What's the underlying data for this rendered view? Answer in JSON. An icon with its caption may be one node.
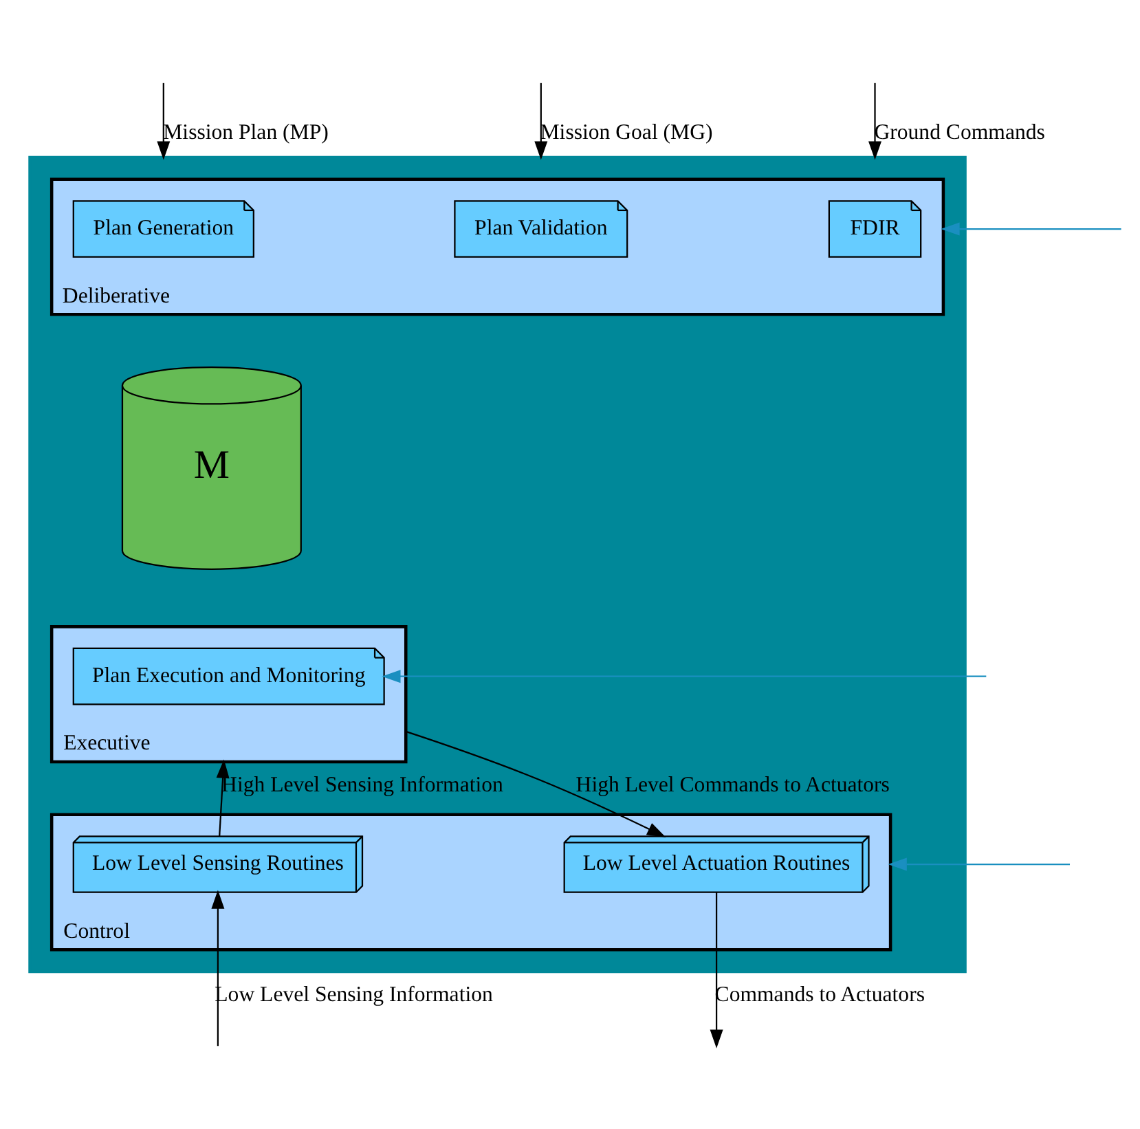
{
  "diagram": {
    "nodes": [
      {
        "text": [],
        "shape": "box"
      },
      {
        "text": [
          "Deliberative"
        ],
        "in": 0
      },
      {
        "text": [
          "Plan Generation"
        ],
        "in": 1
      },
      {
        "text": [
          "Plan Validation"
        ],
        "in": 1
      },
      {
        "text": [
          "FDIR"
        ],
        "in": 1
      },
      {
        "text": [
          "M"
        ],
        "in": 0
      },
      {
        "text": [
          "Executive"
        ],
        "in": 0
      },
      {
        "text": [
          "Plan Execution and Monitoring"
        ],
        "in": 6
      },
      {
        "text": [
          "Control"
        ],
        "in": 0
      },
      {
        "text": [
          "Low Level Sensing Routines"
        ],
        "in": 8
      },
      {
        "text": [
          "Low Level Actuation Routines"
        ],
        "in": 8
      }
    ],
    "edges": [
      {
        "from": null,
        "to": 0,
        "arrow": "to",
        "label": "Mission Plan (MP)"
      },
      {
        "from": null,
        "to": 0,
        "arrow": "to",
        "label": "Mission Goal (MG)"
      },
      {
        "from": null,
        "to": 0,
        "arrow": "to",
        "label": "Ground Commands"
      },
      {
        "from": null,
        "to": 1,
        "arrow": "to",
        "color": "#1a8fc0"
      },
      {
        "from": null,
        "to": 7,
        "arrow": "to",
        "color": "#1a8fc0"
      },
      {
        "from": null,
        "to": 8,
        "arrow": "to",
        "color": "#1a8fc0"
      },
      {
        "from": 9,
        "to": 6,
        "arrow": "to",
        "label": "High Level Sensing Information"
      },
      {
        "from": 6,
        "to": 10,
        "arrow": "to",
        "label": "High Level Commands to Actuators"
      },
      {
        "from": null,
        "to": 9,
        "arrow": "to",
        "label": "Low Level Sensing Information"
      },
      {
        "from": 10,
        "to": null,
        "arrow": "to",
        "label": "Commands to Actuators"
      }
    ]
  }
}
